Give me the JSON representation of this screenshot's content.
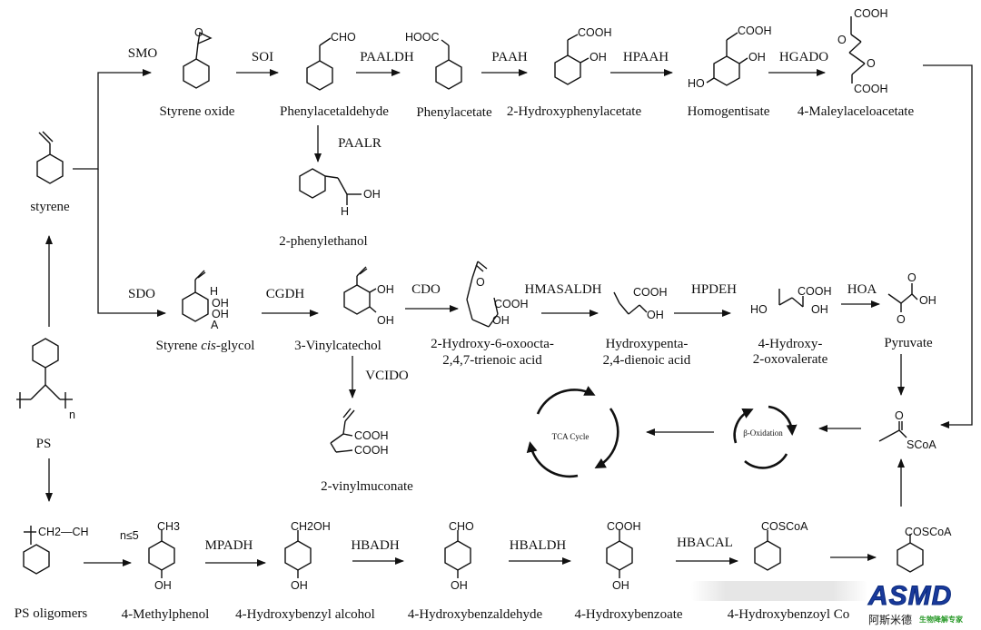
{
  "compounds": {
    "styrene": "styrene",
    "styrene_oxide": "Styrene oxide",
    "phenylacetaldehyde": "Phenylacetaldehyde",
    "phenylacetate": "Phenylacetate",
    "hydroxyphenylacetate": "2-Hydroxyphenylacetate",
    "homogentisate": "Homogentisate",
    "maleylaceloacetate": "4-Maleylaceloacetate",
    "phenylethanol": "2-phenylethanol",
    "cis_glycol_pre": "Styrene ",
    "cis_glycol_it": "cis",
    "cis_glycol_post": "-glycol",
    "vinylcatechol": "3-Vinylcatechol",
    "hot_1": "2-Hydroxy-6-oxoocta-",
    "hot_2": "2,4,7-trienoic acid",
    "hpd_1": "Hydroxypenta-",
    "hpd_2": "2,4-dienoic acid",
    "hov_1": "4-Hydroxy-",
    "hov_2": "2-oxovalerate",
    "pyruvate": "Pyruvate",
    "vinylmuconate": "2-vinylmuconate",
    "ps": "PS",
    "ps_oligomers": "PS oligomers",
    "methylphenol": "4-Methylphenol",
    "hb_alcohol": "4-Hydroxybenzyl alcohol",
    "hb_aldehyde": "4-Hydroxybenzaldehyde",
    "hb_oate": "4-Hydroxybenzoate",
    "hb_coa": "4-Hydroxybenzoyl Co"
  },
  "enzymes": {
    "smo": "SMO",
    "soi": "SOI",
    "paaldh": "PAALDH",
    "paah": "PAAH",
    "hpaah": "HPAAH",
    "hgado": "HGADO",
    "paalr": "PAALR",
    "sdo": "SDO",
    "cgdh": "CGDH",
    "cdo": "CDO",
    "hmasaldh": "HMASALDH",
    "hpdeh": "HPDEH",
    "hoa": "HOA",
    "vcido": "VCIDO",
    "mpadh": "MPADH",
    "hbadh": "HBADH",
    "hbaldh": "HBALDH",
    "hbacal": "HBACAL"
  },
  "groups": {
    "cho": "CHO",
    "hooc": "HOOC",
    "cooh": "COOH",
    "oh": "OH",
    "ho": "HO",
    "o": "O",
    "h": "H",
    "a": "A",
    "ch3": "CH3",
    "ch2oh": "CH2OH",
    "coscoa": "COSCoA",
    "scoa": "SCoA",
    "ps_n": "n",
    "oligo_chain": "CH2—CH",
    "oligo_sub": "n≤5"
  },
  "cycles": {
    "tca": "TCA Cycle",
    "beta": "β-Oxidation"
  },
  "logo": {
    "text": "ASMD",
    "sub_cn": "阿斯米德",
    "sub_green": "生物降解专家"
  }
}
